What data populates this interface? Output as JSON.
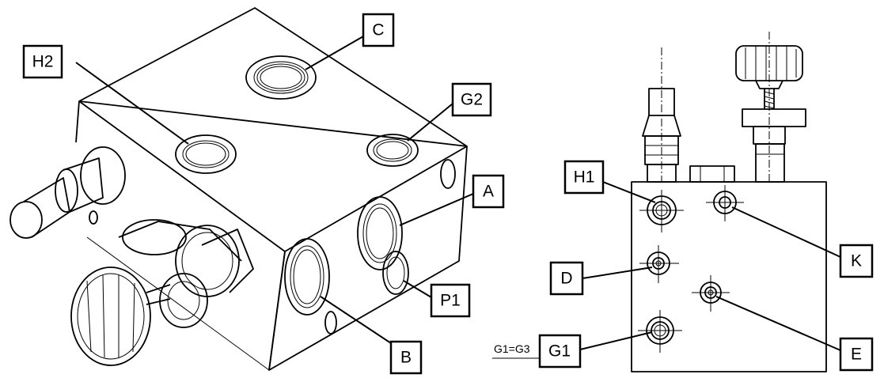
{
  "left_view": {
    "labels": {
      "C": "C",
      "H2": "H2",
      "G2": "G2",
      "A": "A",
      "P1": "P1",
      "B": "B"
    }
  },
  "right_view": {
    "labels": {
      "H1": "H1",
      "K": "K",
      "D": "D",
      "E": "E",
      "G1": "G1"
    },
    "note": "G1=G3"
  },
  "colors": {
    "line": "#000000",
    "background": "#ffffff"
  }
}
